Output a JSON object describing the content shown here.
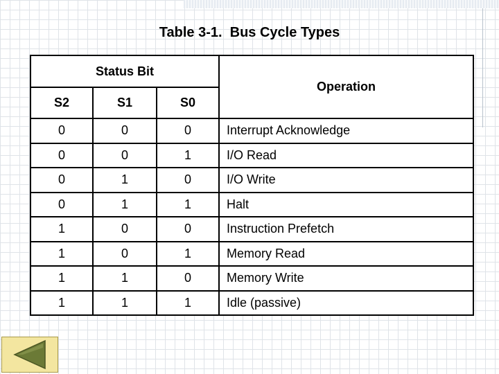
{
  "title": "Table 3-1.  Bus Cycle Types",
  "table": {
    "group_header": "Status Bit",
    "operation_header": "Operation",
    "bit_headers": [
      "S2",
      "S1",
      "S0"
    ],
    "rows": [
      {
        "s2": "0",
        "s1": "0",
        "s0": "0",
        "operation": "Interrupt Acknowledge"
      },
      {
        "s2": "0",
        "s1": "0",
        "s0": "1",
        "operation": "I/O Read"
      },
      {
        "s2": "0",
        "s1": "1",
        "s0": "0",
        "operation": "I/O Write"
      },
      {
        "s2": "0",
        "s1": "1",
        "s0": "1",
        "operation": "Halt"
      },
      {
        "s2": "1",
        "s1": "0",
        "s0": "0",
        "operation": "Instruction Prefetch"
      },
      {
        "s2": "1",
        "s1": "0",
        "s0": "1",
        "operation": "Memory Read"
      },
      {
        "s2": "1",
        "s1": "1",
        "s0": "0",
        "operation": "Memory Write"
      },
      {
        "s2": "1",
        "s1": "1",
        "s0": "1",
        "operation": "Idle (passive)"
      }
    ]
  },
  "navigation": {
    "back_icon": "back-triangle-icon",
    "button_color": "#f3e6a0",
    "icon_color": "#6b7a36"
  }
}
